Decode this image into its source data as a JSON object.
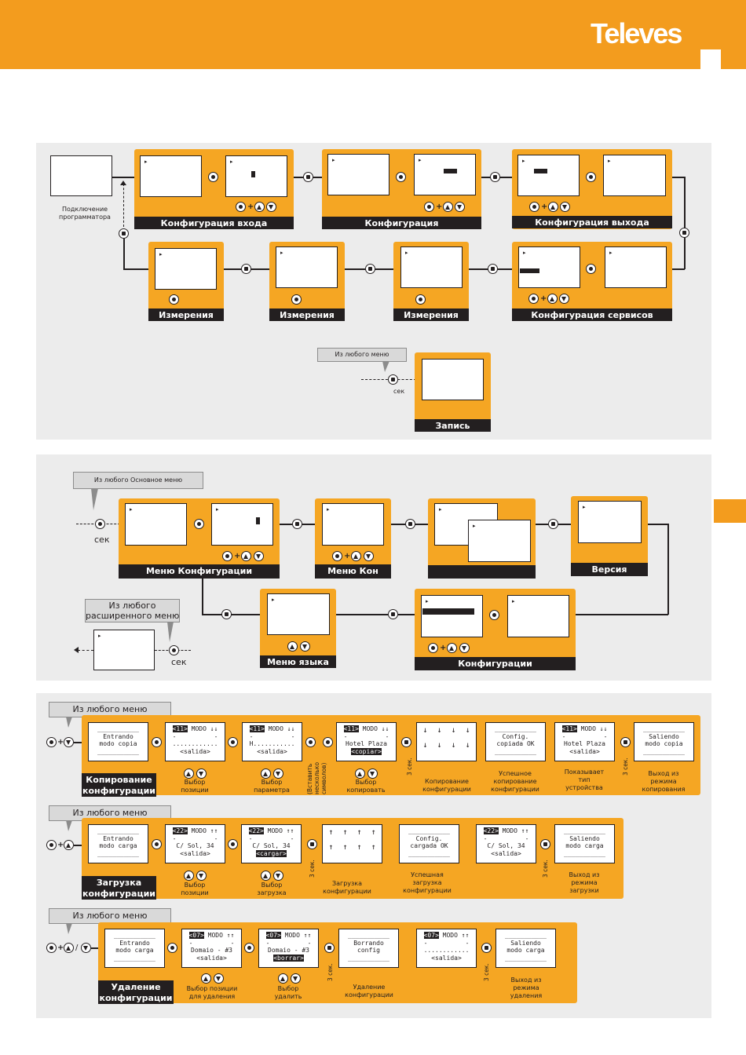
{
  "brand": {
    "logo_text": "Televes",
    "accent": "#f39c1e",
    "box": "#f5a623",
    "dark": "#231f20"
  },
  "section1": {
    "prog_label": "Подключение\nпрограмматора",
    "labels": {
      "input": "Конфигурация входа",
      "config": "Конфигурация",
      "output": "Конфигурация выхода",
      "meas1": "Измерения",
      "meas2": "Измерения",
      "meas3": "Измерения",
      "services": "Конфигурация сервисов",
      "record": "Запись"
    },
    "any_menu": "Из любого меню",
    "sec": "сек"
  },
  "section2": {
    "note_main": "Из любого   Основное меню",
    "sec1": "сек",
    "labels": {
      "conf_menu": "Меню Конфигурации",
      "menu_kon": "Меню Кон",
      "blank": "",
      "version": "Версия",
      "lang": "Меню языка",
      "config": "Конфигурации"
    },
    "note_ext": "Из любого\nрасширенного меню",
    "sec2": "сек"
  },
  "section3": {
    "copy": {
      "note": "Из любого меню",
      "label": "Копирование\nконфигурации",
      "screens": [
        "___________\nEntrando\nmodo copia\n___________",
        "<11> MODO ↓↓\n-          -\n............\n<salida>",
        "<11> MODO ↓↓\n-          -\nH...........\n<salida>",
        "<11> MODO ↓↓\n-          -\nHotel Plaza\n<copiar>",
        "↓  ↓  ↓  ↓\n\n↓  ↓  ↓  ↓",
        "___________\nConfig.\ncopiada OK\n___________",
        "<11> MODO ↓↓\n-          -\nHotel Plaza\n<salida>",
        "___________\nSaliendo\nmodo copia\n___________"
      ],
      "captions": [
        "Выбор\nпозиции",
        "Выбор\nпараметра",
        "Выбор\nкопировать",
        "Копирование\nконфигурации",
        "Успешное\nкопирование\nконфигурации",
        "Показывает\nтип\nустройства",
        "Выход из\nрежима\nкопирования"
      ],
      "rot1": "(Вставить\nнесколько\nсимволов)",
      "rot2": "3 сек.",
      "rot3": "3 сек."
    },
    "load": {
      "note": "Из любого меню",
      "label": "Загрузка\nконфигурации",
      "screens": [
        "___________\nEntrando\nmodo carga\n___________",
        "<22> MODO ↑↑\n-          -\nC/ Sol, 34\n<salida>",
        "<22> MODO ↑↑\n-          -\nC/ Sol, 34\n<cargar>",
        "↑  ↑  ↑  ↑\n\n↑  ↑  ↑  ↑",
        "___________\nConfig.\ncargada OK\n___________",
        "<22> MODO ↑↑\n-          -\nC/ Sol, 34\n<salida>",
        "___________\nSaliendo\nmodo carga\n___________"
      ],
      "captions": [
        "Выбор\nпозиции",
        "Выбор\nзагрузка",
        "Загрузка\nконфигурации",
        "Успешная\nзагрузка\nконфигурации",
        "Выход из\nрежима\nзагрузки"
      ],
      "rot1": "3 сек.",
      "rot2": "3 сек."
    },
    "delete": {
      "note": "Из любого меню",
      "label": "Удаление\nконфигурации",
      "screens": [
        "___________\nEntrando\nmodo carga\n___________",
        "<07> MODO ↑↑\n-          -\nDomaio - #3\n<salida>",
        "<07> MODO ↑↑\n-          -\nDomaio - #3\n<borrar>",
        "___________\nBorrando\nconfig\n___________",
        "<07> MODO ↑↑\n-          -\n............\n<salida>",
        "___________\nSaliendo\nmodo carga\n___________"
      ],
      "captions": [
        "Выбор позиции\nдля удаления",
        "Выбор\nудалить",
        "Удаление\nконфигурации",
        "Выход из\nрежима\nудаления"
      ],
      "rot1": "3 сек.",
      "rot2": "3 сек."
    }
  }
}
